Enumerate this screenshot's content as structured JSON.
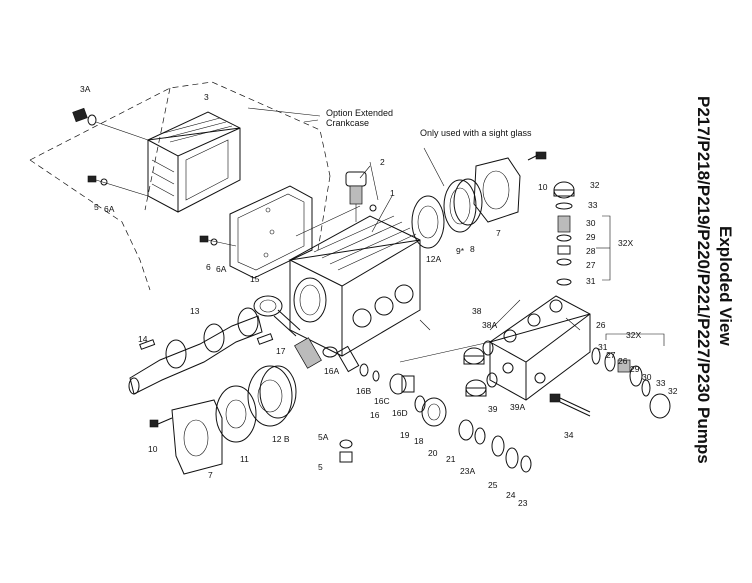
{
  "title": {
    "line1": "Exploded View",
    "line2": "P217/P218/P219/P220/P221/P227/P230 Pumps"
  },
  "notes": {
    "option_extended": "Option Extended",
    "crankcase": "Crankcase",
    "sight_glass": "Only used with a sight glass"
  },
  "labels": {
    "l3A": "3A",
    "l3": "3",
    "l5": "5",
    "l6A_top": "6A",
    "l6": "6",
    "l6A_mid": "6A",
    "l2": "2",
    "l1": "1",
    "l12A": "12A",
    "l9": "9*",
    "l8": "8",
    "l7_top": "7",
    "l10_top": "10",
    "l32_top": "32",
    "l33_top": "33",
    "l30_top": "30",
    "l29_top": "29",
    "l28": "28",
    "l27_top": "27",
    "l31_top": "31",
    "l32X_top": "32X",
    "l26": "26",
    "l32X_right": "32X",
    "l31_right": "31",
    "l27_right": "27",
    "l26_right": "26",
    "l29_right": "29",
    "l30_right": "30",
    "l33_right": "33",
    "l32_right": "32",
    "l15": "15",
    "l13": "13",
    "l14": "14",
    "l17": "17",
    "l16A": "16A",
    "l16B": "16B",
    "l16C": "16C",
    "l16D": "16D",
    "l16": "16",
    "l38": "38",
    "l38A": "38A",
    "l39": "39",
    "l39A": "39A",
    "l34": "34",
    "l19": "19",
    "l18": "18",
    "l20": "20",
    "l21": "21",
    "l23A": "23A",
    "l25": "25",
    "l24": "24",
    "l23": "23",
    "l5A": "5A",
    "l5_bot": "5",
    "l10_bot": "10",
    "l7_bot": "7",
    "l11": "11",
    "l12B": "12 B"
  }
}
